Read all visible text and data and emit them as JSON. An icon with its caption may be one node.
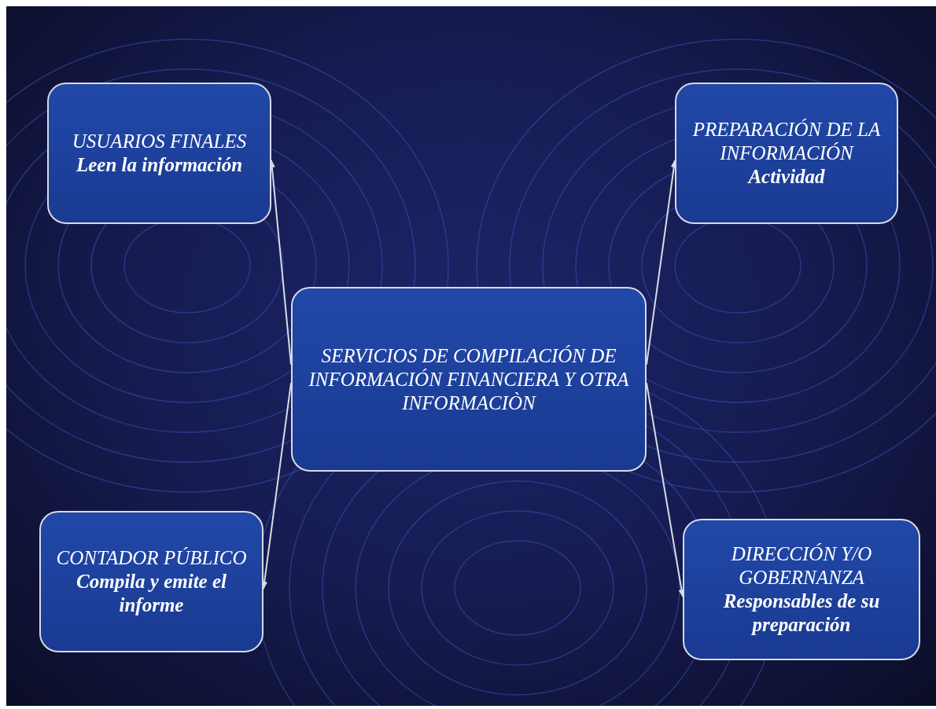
{
  "diagram": {
    "nodes": [
      {
        "text": [
          "USUARIOS FINALES",
          "Leen la información"
        ]
      },
      {
        "text": [
          "PREPARACIÓN DE LA INFORMACIÓN",
          "Actividad"
        ]
      },
      {
        "text": [
          "SERVICIOS DE COMPILACIÓN DE INFORMACIÓN FINANCIERA Y OTRA INFORMACIÒN"
        ]
      },
      {
        "text": [
          "CONTADOR PÚBLICO",
          "Compila y emite el informe"
        ]
      },
      {
        "text": [
          "DIRECCIÓN Y/O GOBERNANZA",
          "Responsables de su preparación"
        ]
      }
    ],
    "edges": [
      {
        "from": 2,
        "to": 0,
        "arrow": "to"
      },
      {
        "from": 2,
        "to": 1,
        "arrow": "to"
      },
      {
        "from": 2,
        "to": 3,
        "arrow": "to"
      },
      {
        "from": 2,
        "to": 4,
        "arrow": "to"
      }
    ]
  }
}
